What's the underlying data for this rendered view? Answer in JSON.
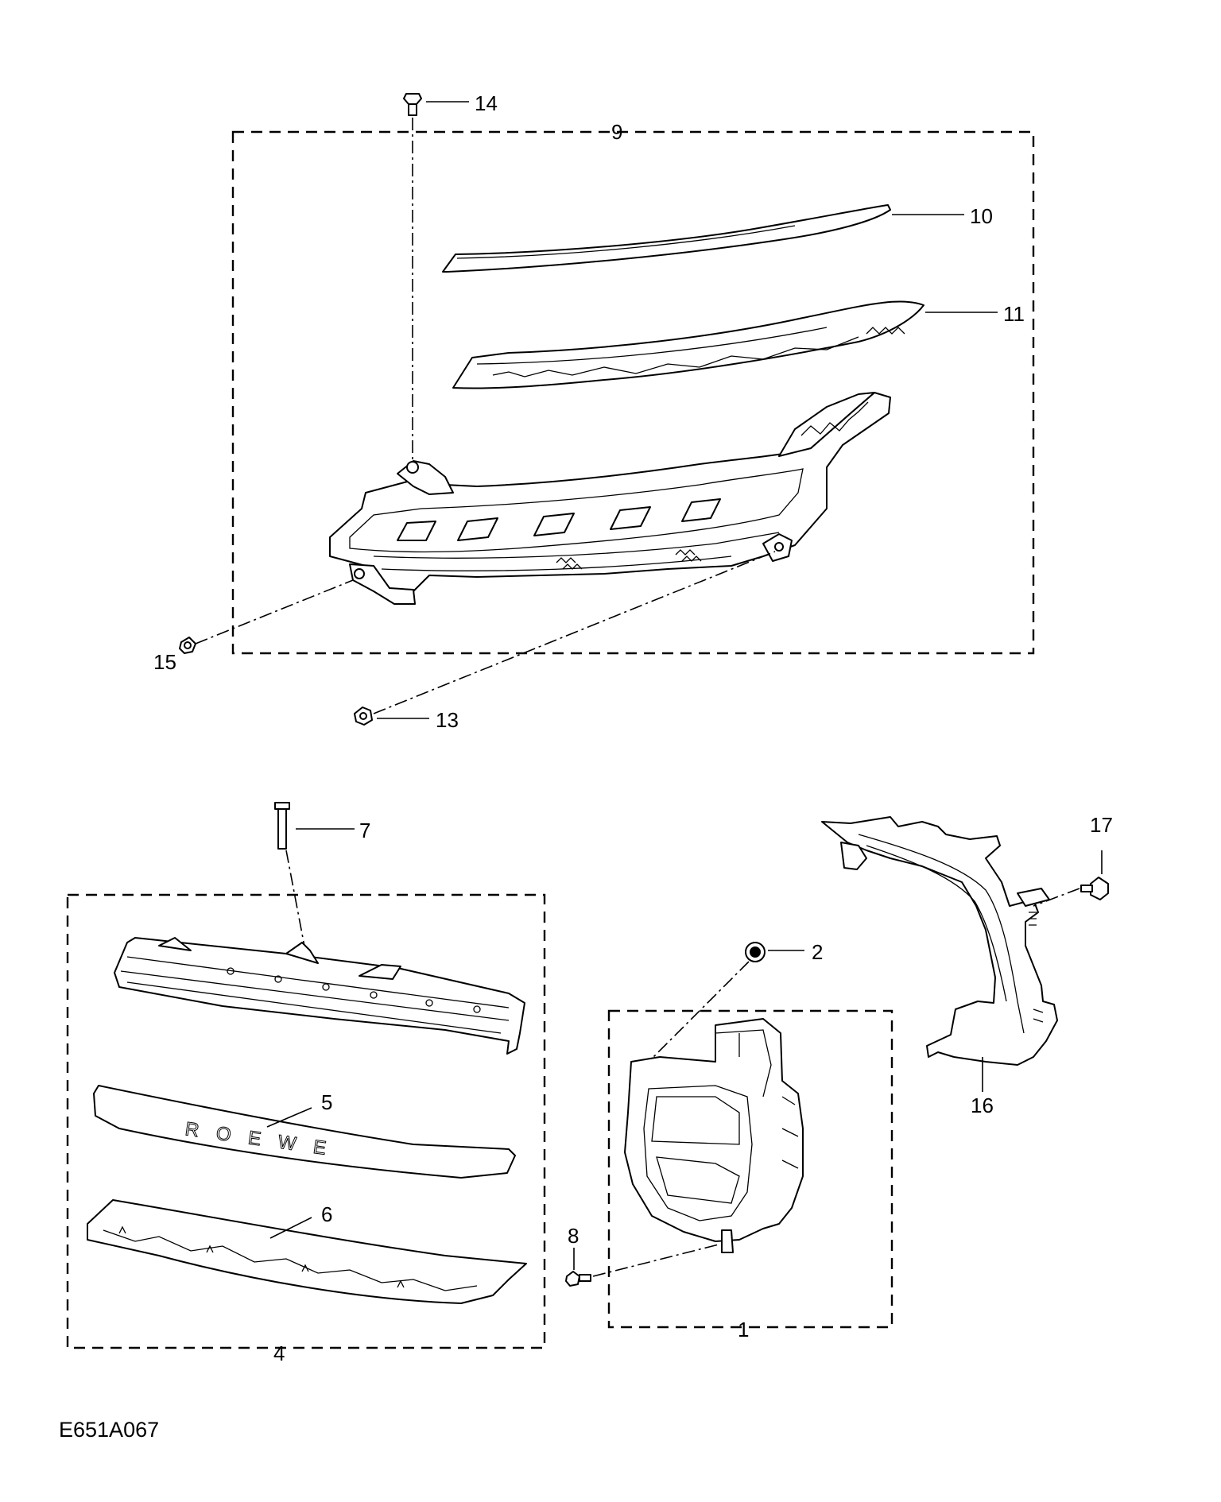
{
  "labels": {
    "l1": "1",
    "l2": "2",
    "l4": "4",
    "l5": "5",
    "l6": "6",
    "l7": "7",
    "l8": "8",
    "l9": "9",
    "l10": "10",
    "l11": "11",
    "l13": "13",
    "l14": "14",
    "l15": "15",
    "l16": "16",
    "l17": "17"
  },
  "embossed_text": "ROEWE",
  "figure_ref": "E651A067"
}
